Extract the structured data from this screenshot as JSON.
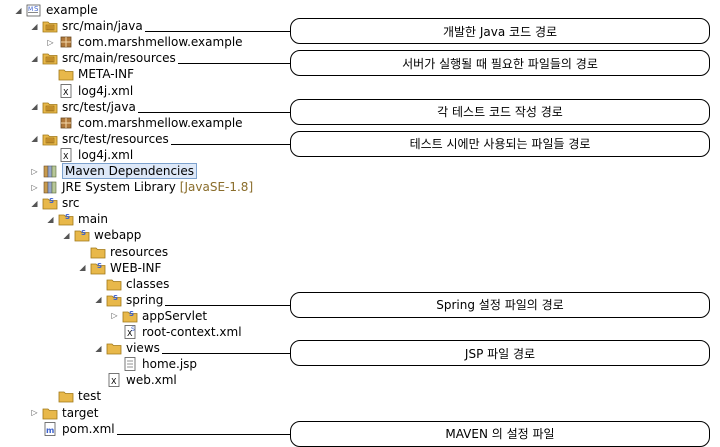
{
  "tree": {
    "rows": [
      {
        "label": "example",
        "depth": 0,
        "twisty": "open",
        "icon": "maven-project-icon"
      },
      {
        "label": "src/main/java",
        "depth": 1,
        "twisty": "open",
        "icon": "source-folder-icon"
      },
      {
        "label": "com.marshmellow.example",
        "depth": 2,
        "twisty": "closed",
        "icon": "package-icon"
      },
      {
        "label": "src/main/resources",
        "depth": 1,
        "twisty": "open",
        "icon": "source-folder-icon"
      },
      {
        "label": "META-INF",
        "depth": 2,
        "twisty": "none",
        "icon": "folder-icon"
      },
      {
        "label": "log4j.xml",
        "depth": 2,
        "twisty": "none",
        "icon": "xml-file-icon"
      },
      {
        "label": "src/test/java",
        "depth": 1,
        "twisty": "open",
        "icon": "source-folder-icon"
      },
      {
        "label": "com.marshmellow.example",
        "depth": 2,
        "twisty": "none",
        "icon": "package-icon"
      },
      {
        "label": "src/test/resources",
        "depth": 1,
        "twisty": "open",
        "icon": "source-folder-icon"
      },
      {
        "label": "log4j.xml",
        "depth": 2,
        "twisty": "none",
        "icon": "xml-file-icon"
      },
      {
        "label": "Maven Dependencies",
        "depth": 1,
        "twisty": "closed",
        "icon": "library-icon",
        "selected": true
      },
      {
        "label": "JRE System Library",
        "depth": 1,
        "twisty": "closed",
        "icon": "library-icon",
        "decoration": "[JavaSE-1.8]"
      },
      {
        "label": "src",
        "depth": 1,
        "twisty": "open",
        "icon": "maven-folder-icon"
      },
      {
        "label": "main",
        "depth": 2,
        "twisty": "open",
        "icon": "maven-folder-icon"
      },
      {
        "label": "webapp",
        "depth": 3,
        "twisty": "open",
        "icon": "maven-folder-icon"
      },
      {
        "label": "resources",
        "depth": 4,
        "twisty": "none",
        "icon": "folder-icon"
      },
      {
        "label": "WEB-INF",
        "depth": 4,
        "twisty": "open",
        "icon": "maven-folder-icon"
      },
      {
        "label": "classes",
        "depth": 5,
        "twisty": "none",
        "icon": "folder-icon"
      },
      {
        "label": "spring",
        "depth": 5,
        "twisty": "open",
        "icon": "maven-folder-icon"
      },
      {
        "label": "appServlet",
        "depth": 6,
        "twisty": "closed",
        "icon": "maven-folder-icon"
      },
      {
        "label": "root-context.xml",
        "depth": 6,
        "twisty": "none",
        "icon": "spring-xml-icon"
      },
      {
        "label": "views",
        "depth": 5,
        "twisty": "open",
        "icon": "folder-icon"
      },
      {
        "label": "home.jsp",
        "depth": 6,
        "twisty": "none",
        "icon": "jsp-file-icon"
      },
      {
        "label": "web.xml",
        "depth": 5,
        "twisty": "none",
        "icon": "xml-file-icon"
      },
      {
        "label": "test",
        "depth": 2,
        "twisty": "none",
        "icon": "folder-icon"
      },
      {
        "label": "target",
        "depth": 1,
        "twisty": "closed",
        "icon": "folder-icon"
      },
      {
        "label": "pom.xml",
        "depth": 1,
        "twisty": "none",
        "icon": "maven-pom-icon"
      }
    ]
  },
  "callouts": [
    {
      "text": "개발한 Java 코드 경로",
      "row": 1
    },
    {
      "text": "서버가 실행될 때 필요한 파일들의 경로",
      "row": 3
    },
    {
      "text": "각 테스트 코드 작성 경로",
      "row": 6
    },
    {
      "text": "테스트 시에만 사용되는 파일들 경로",
      "row": 8
    },
    {
      "text": "Spring 설정 파일의 경로",
      "row": 18
    },
    {
      "text": "JSP 파일 경로",
      "row": 21
    },
    {
      "text": "MAVEN 의 설정 파일",
      "row": 26
    }
  ],
  "colors": {
    "folder": "#e8b84a",
    "package": "#b0783a",
    "selection": "#dde8f8",
    "maven": "#3a5fcd"
  }
}
